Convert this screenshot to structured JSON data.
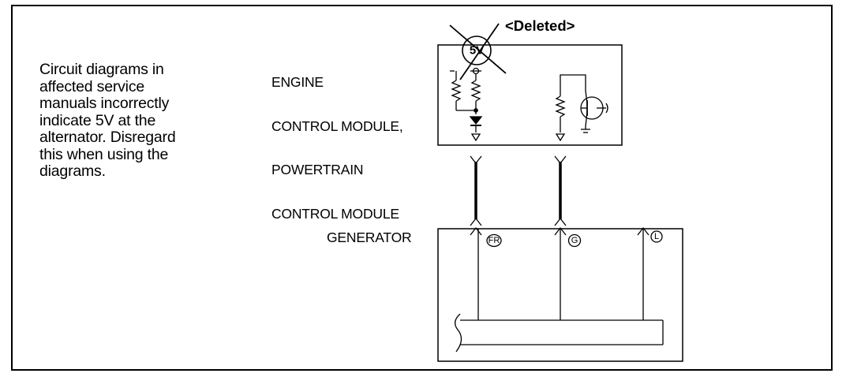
{
  "note": {
    "lines": [
      "Circuit diagrams in",
      "affected service",
      "manuals incorrectly",
      "indicate 5V at the",
      "alternator. Disregard",
      "this when using the",
      "diagrams."
    ]
  },
  "ecm": {
    "label_lines": [
      "ENGINE",
      "CONTROL MODULE,",
      "POWERTRAIN",
      "CONTROL MODULE"
    ]
  },
  "deleted_label": "<Deleted>",
  "voltage_symbol": "5V",
  "generator": {
    "label": "GENERATOR",
    "terminals": [
      "FR",
      "G",
      "L"
    ]
  },
  "icons": [
    "resistor-icon",
    "diode-icon",
    "transistor-icon",
    "ground-icon",
    "crossed-out-icon"
  ]
}
